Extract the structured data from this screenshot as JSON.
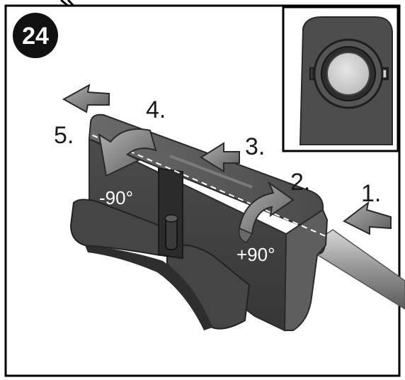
{
  "step": {
    "number": "24"
  },
  "labels": {
    "s1": "1.",
    "s2": "2.",
    "s3": "3.",
    "s4": "4.",
    "s5": "5.",
    "minus90": "-90°",
    "plus90": "+90°"
  },
  "colors": {
    "frame": "#000000",
    "body_dark": "#3d3d3d",
    "body_mid": "#555555",
    "body_light": "#6e6e6e",
    "arrow_dark": "#3a3a3a",
    "arrow_light": "#9a9a9a",
    "rod": "#8a8a8a"
  },
  "icons": {
    "motion_arrows": "straight-arrow",
    "rotation_arrows": "curved-rotation-arrow",
    "detail": "lock-mechanism-closeup"
  }
}
